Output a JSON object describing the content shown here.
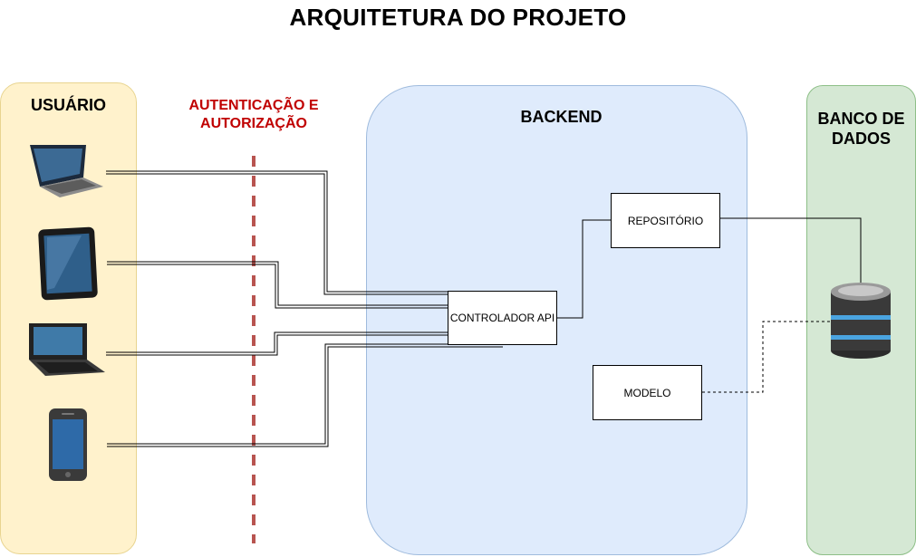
{
  "title": "ARQUITETURA DO PROJETO",
  "lanes": {
    "user": "USUÁRIO",
    "auth": "AUTENTICAÇÃO E AUTORIZAÇÃO",
    "backend": "BACKEND",
    "database": "BANCO DE DADOS"
  },
  "nodes": {
    "controller": "CONTROLADOR API",
    "repository": "REPOSITÓRIO",
    "model": "MODELO"
  },
  "devices": [
    "laptop-icon",
    "tablet-icon",
    "netbook-icon",
    "smartphone-icon"
  ],
  "database_icon": "database-icon",
  "colors": {
    "user_lane": "#fff2cc",
    "backend_lane": "#dae8fc",
    "db_lane": "#d5e8d4",
    "auth_text": "#c00000",
    "auth_line": "#b85450"
  }
}
